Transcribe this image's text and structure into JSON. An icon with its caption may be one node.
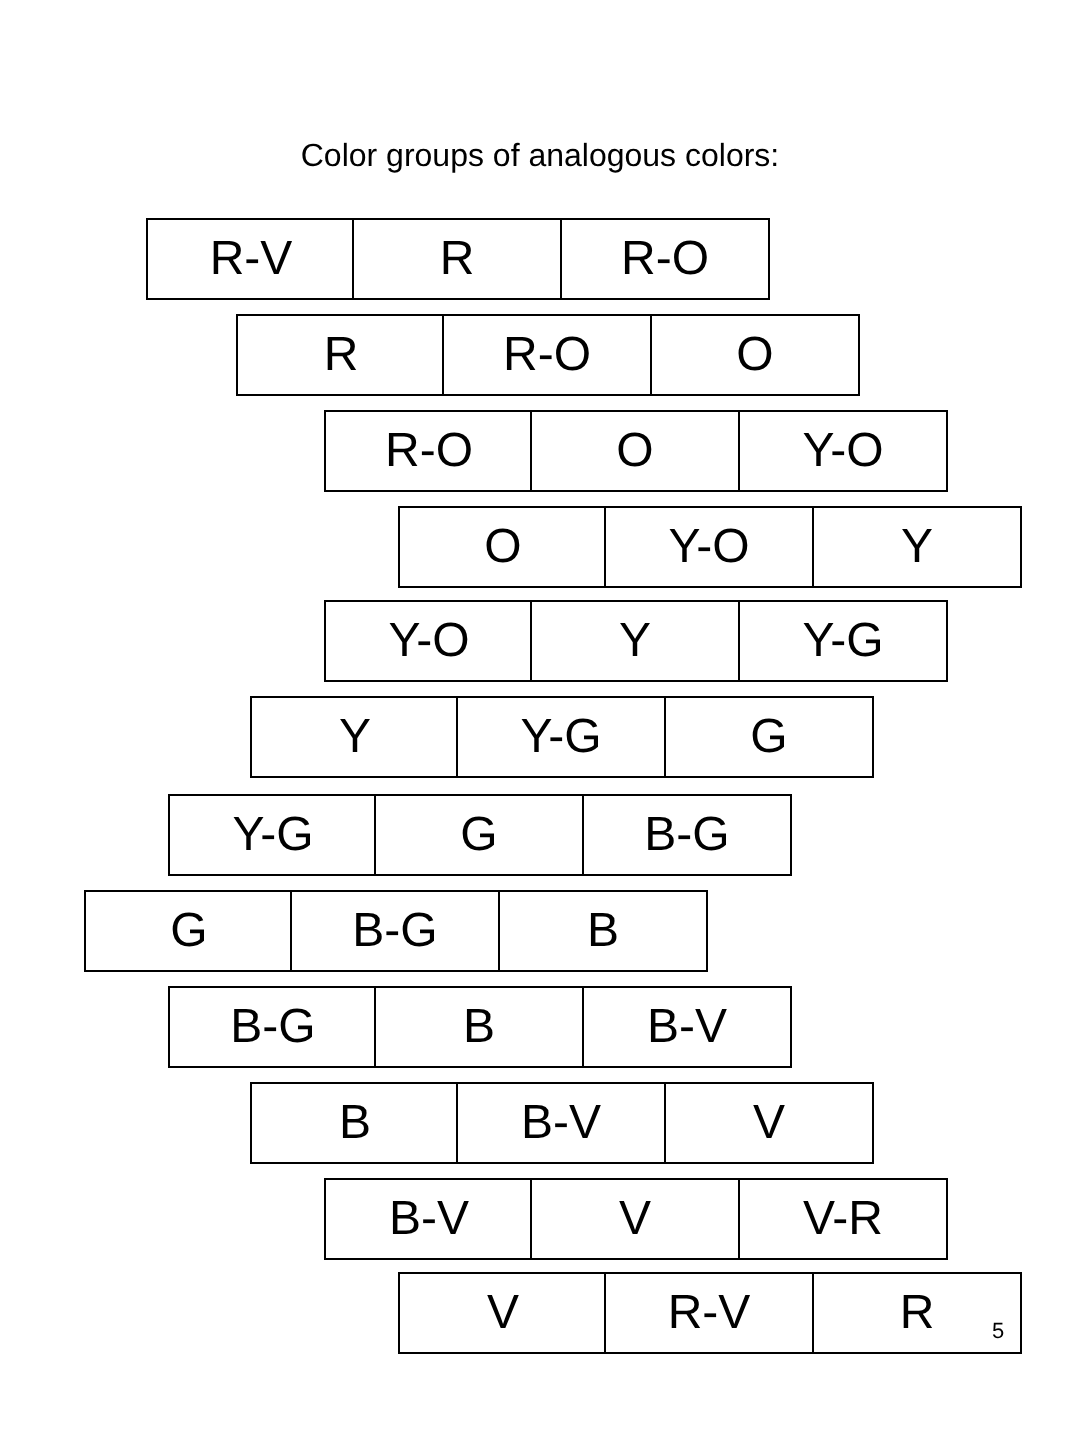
{
  "diagram": {
    "title": "Color groups of analogous colors:",
    "nodes": [
      {
        "text": [
          "R-V"
        ]
      },
      {
        "text": [
          "R"
        ]
      },
      {
        "text": [
          "R-O"
        ]
      },
      {
        "text": [
          "R"
        ]
      },
      {
        "text": [
          "R-O"
        ]
      },
      {
        "text": [
          "O"
        ]
      },
      {
        "text": [
          "R-O"
        ]
      },
      {
        "text": [
          "O"
        ]
      },
      {
        "text": [
          "Y-O"
        ]
      },
      {
        "text": [
          "O"
        ]
      },
      {
        "text": [
          "Y-O"
        ]
      },
      {
        "text": [
          "Y"
        ]
      },
      {
        "text": [
          "Y-O"
        ]
      },
      {
        "text": [
          "Y"
        ]
      },
      {
        "text": [
          "Y-G"
        ]
      },
      {
        "text": [
          "Y"
        ]
      },
      {
        "text": [
          "Y-G"
        ]
      },
      {
        "text": [
          "G"
        ]
      },
      {
        "text": [
          "Y-G"
        ]
      },
      {
        "text": [
          "G"
        ]
      },
      {
        "text": [
          "B-G"
        ]
      },
      {
        "text": [
          "G"
        ]
      },
      {
        "text": [
          "B-G"
        ]
      },
      {
        "text": [
          "B"
        ]
      },
      {
        "text": [
          "B-G"
        ]
      },
      {
        "text": [
          "B"
        ]
      },
      {
        "text": [
          "B-V"
        ]
      },
      {
        "text": [
          "B"
        ]
      },
      {
        "text": [
          "B-V"
        ]
      },
      {
        "text": [
          "V"
        ]
      },
      {
        "text": [
          "B-V"
        ]
      },
      {
        "text": [
          "V"
        ]
      },
      {
        "text": [
          "V-R"
        ]
      },
      {
        "text": [
          "V"
        ]
      },
      {
        "text": [
          "R-V"
        ]
      },
      {
        "text": [
          "R"
        ]
      }
    ],
    "labels": [
      "5"
    ]
  }
}
